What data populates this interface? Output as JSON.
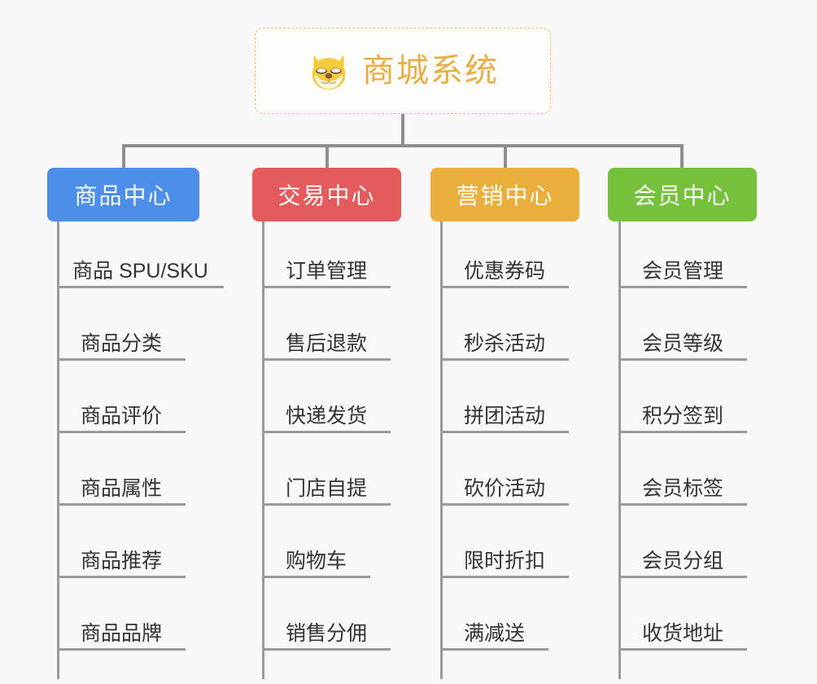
{
  "page": {
    "background_color": "#f8f8f8",
    "connector_color": "#8e8e8e"
  },
  "root": {
    "title": "商城系统",
    "icon": "shiba-dog-face-icon",
    "text_color": "#e8ad44",
    "border_color": "#edc169"
  },
  "columns": [
    {
      "header": "商品中心",
      "color": "#4c8ee8",
      "items": [
        "商品 SPU/SKU",
        "商品分类",
        "商品评价",
        "商品属性",
        "商品推荐",
        "商品品牌"
      ]
    },
    {
      "header": "交易中心",
      "color": "#e35b5b",
      "items": [
        "订单管理",
        "售后退款",
        "快递发货",
        "门店自提",
        "购物车",
        "销售分佣"
      ]
    },
    {
      "header": "营销中心",
      "color": "#e9ae3c",
      "items": [
        "优惠券码",
        "秒杀活动",
        "拼团活动",
        "砍价活动",
        "限时折扣",
        "满减送"
      ]
    },
    {
      "header": "会员中心",
      "color": "#76c13c",
      "items": [
        "会员管理",
        "会员等级",
        "积分签到",
        "会员标签",
        "会员分组",
        "收货地址"
      ]
    }
  ]
}
